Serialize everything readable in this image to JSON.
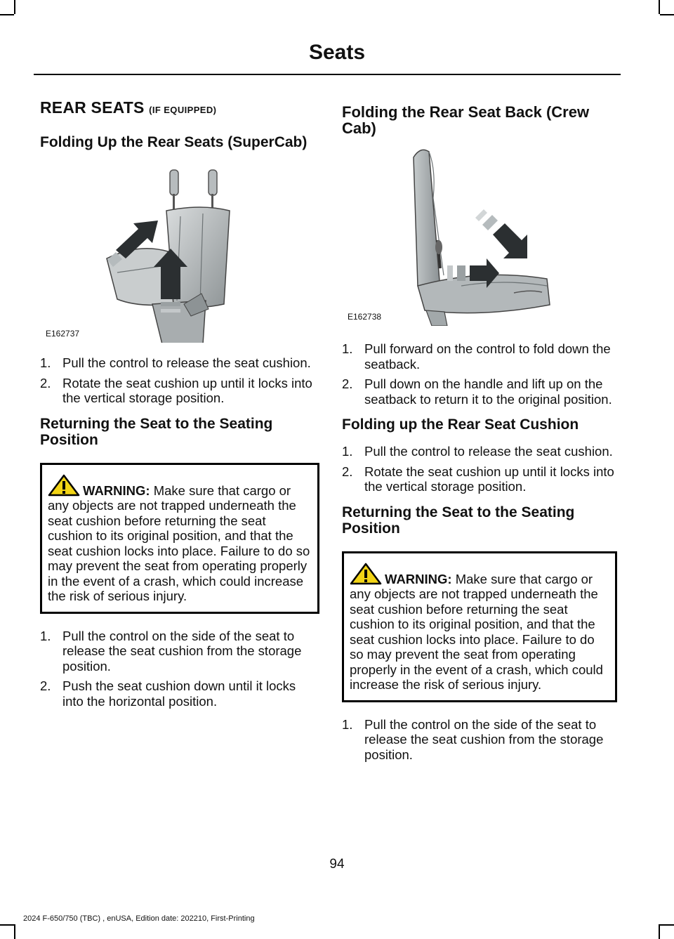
{
  "header": {
    "title": "Seats"
  },
  "left": {
    "section_title": "REAR SEATS",
    "section_suffix": "(IF EQUIPPED)",
    "sub1": "Folding Up the Rear Seats (SuperCab)",
    "fig1_code": "E162737",
    "steps1": [
      {
        "n": "1.",
        "text": "Pull the control to release the seat cushion."
      },
      {
        "n": "2.",
        "text": "Rotate the seat cushion up until it locks into the vertical storage position."
      }
    ],
    "sub2": "Returning the Seat to the Seating Position",
    "warning_label": "WARNING:",
    "warning_text": "Make sure that cargo or any objects are not trapped underneath the seat cushion before returning the seat cushion to its original position, and that the seat cushion locks into place. Failure to do so may prevent the seat from operating properly in the event of a crash, which could increase the risk of serious injury.",
    "steps2": [
      {
        "n": "1.",
        "text": "Pull the control on the side of the seat to release the seat cushion from the storage position."
      },
      {
        "n": "2.",
        "text": "Push the seat cushion down until it locks into the horizontal position."
      }
    ]
  },
  "right": {
    "sub1": "Folding the Rear Seat Back (Crew Cab)",
    "fig2_code": "E162738",
    "steps1": [
      {
        "n": "1.",
        "text": "Pull forward on the control to fold down the seatback."
      },
      {
        "n": "2.",
        "text": "Pull down on the handle and lift up on the seatback to return it to the original position."
      }
    ],
    "sub2": "Folding up the Rear Seat Cushion",
    "steps2": [
      {
        "n": "1.",
        "text": "Pull the control to release the seat cushion."
      },
      {
        "n": "2.",
        "text": "Rotate the seat cushion up until it locks into the vertical storage position."
      }
    ],
    "sub3": "Returning the Seat to the Seating Position",
    "warning_label": "WARNING:",
    "warning_text": "Make sure that cargo or any objects are not trapped underneath the seat cushion before returning the seat cushion to its original position, and that the seat cushion locks into place. Failure to do so may prevent the seat from operating properly in the event of a crash, which could increase the risk of serious injury.",
    "steps3": [
      {
        "n": "1.",
        "text": "Pull the control on the side of the seat to release the seat cushion from the storage position."
      }
    ]
  },
  "page_number": "94",
  "footer": "2024 F-650/750 (TBC) , enUSA, Edition date: 202210, First-Printing"
}
